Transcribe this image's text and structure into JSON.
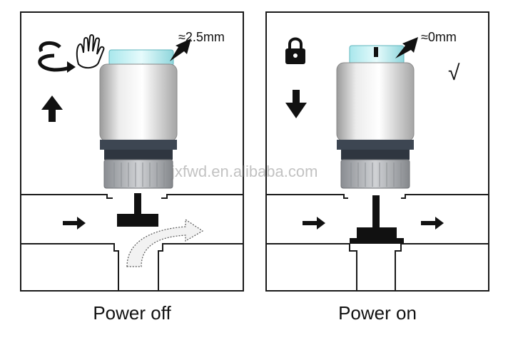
{
  "left": {
    "measure": "≈2.5mm",
    "caption": "Power off",
    "icons": [
      "rotate-arrow-icon",
      "hand-icon",
      "up-arrow-icon"
    ]
  },
  "right": {
    "measure": "≈0mm",
    "caption": "Power on",
    "icons": [
      "lock-icon",
      "down-arrow-icon",
      "checkmark-icon"
    ],
    "check": "√"
  },
  "watermark": "jxfwd.en.alibaba.com",
  "colors": {
    "outline": "#1a1a1a",
    "cap_cyan": "#8fe0e6",
    "body_silver": "#d9d9d9",
    "base_dark": "#3d4652",
    "knob_grey": "#a9acb0"
  }
}
